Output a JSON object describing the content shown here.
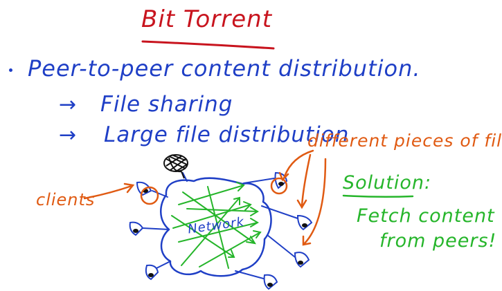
{
  "title": "Bit Torrent",
  "bullet": "Peer-to-peer content distribution.",
  "arrow_symbol": "→",
  "sub_points": [
    "File sharing",
    "Large file distribution"
  ],
  "labels": {
    "clients": "clients",
    "pieces": "different pieces of file",
    "network": "Network"
  },
  "solution": {
    "heading": "Solution:",
    "line1": "Fetch content",
    "line2": "from peers!"
  },
  "colors": {
    "title": "#c8141e",
    "blue_ink": "#1f3fc6",
    "orange_ink": "#e05a12",
    "green_ink": "#25b52a",
    "black_ink": "#111111"
  },
  "icons": [
    "basketball-net-icon",
    "client-node-icon",
    "circle-highlight-icon",
    "arrow-icon"
  ]
}
